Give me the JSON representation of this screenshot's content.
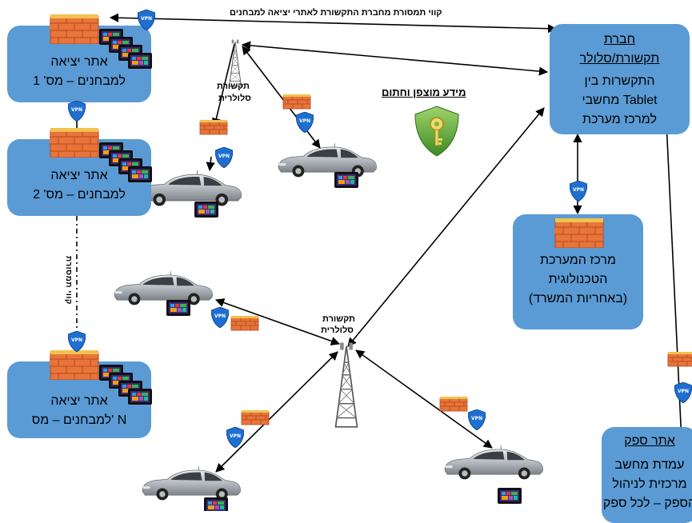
{
  "top_link_label": "קווי תמסורת מחברת התקשורת לאתרי יציאה למבחנים",
  "side_link_label": "קווי תמסורת",
  "encrypted_label": "מידע מוצפן וחתום",
  "tower_top_label": [
    "תקשורת",
    "סלולרית"
  ],
  "tower_bottom_label": [
    "תקשורת",
    "סלולרית"
  ],
  "vpn_text": "VPN",
  "sites": [
    {
      "line1": "אתר יציאה",
      "line2": "למבחנים – מס' 1"
    },
    {
      "line1": "אתר יציאה",
      "line2": "למבחנים – מס' 2"
    },
    {
      "line1": "אתר יציאה",
      "line2": "למבחנים – מס' N"
    }
  ],
  "telecom": {
    "title1": "חברת",
    "title2": "תקשורת/סלולר",
    "line1": "התקשרות בין",
    "line2": "מחשבי Tablet",
    "line3": "למרכז מערכת"
  },
  "center": {
    "line1": "מרכז המערכת",
    "line2": "הטכנולוגית",
    "line3": "(באחריות המשרד)"
  },
  "vendor": {
    "title": "אתר ספק",
    "line1": "עמדת מחשב",
    "line2": "מרכזית לניהול",
    "line3": "הספק – לכל ספק"
  },
  "colors": {
    "box": "#5b9bd5",
    "vpn": "#1f6fd1",
    "shield": "#6fb43f",
    "firewall": "#e8743b"
  }
}
